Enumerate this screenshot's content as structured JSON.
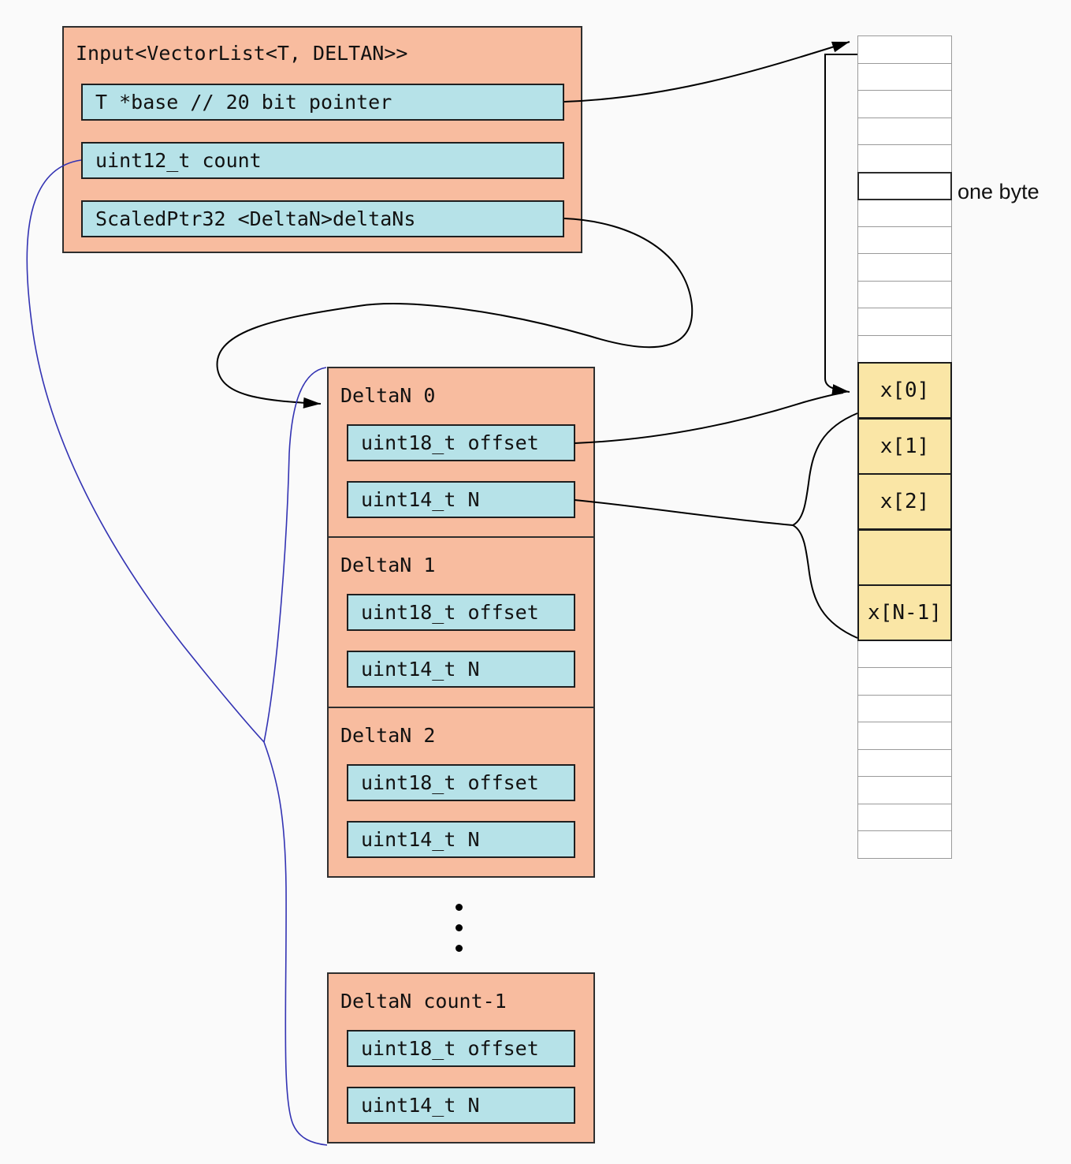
{
  "colors": {
    "background": "#fafafa",
    "salmon": "#f8bc9f",
    "cyan": "#b6e2e8",
    "yellow": "#fae6a6",
    "line_black": "#000000",
    "line_blue": "#3333b3"
  },
  "input_struct": {
    "title": "Input<VectorList<T, DELTAN>>",
    "fields": [
      "T *base // 20 bit pointer",
      "uint12_t count",
      "ScaledPtr32 <DeltaN>deltaNs"
    ]
  },
  "delta_array": {
    "sections": [
      {
        "title": "DeltaN 0",
        "fields": [
          "uint18_t offset",
          "uint14_t N"
        ]
      },
      {
        "title": "DeltaN 1",
        "fields": [
          "uint18_t offset",
          "uint14_t N"
        ]
      },
      {
        "title": "DeltaN 2",
        "fields": [
          "uint18_t offset",
          "uint14_t N"
        ]
      }
    ],
    "last": {
      "title": "DeltaN count-1",
      "fields": [
        "uint18_t offset",
        "uint14_t N"
      ]
    }
  },
  "byte_column": {
    "side_label": "one byte",
    "top_white_cells": 12,
    "one_byte_index": 5,
    "white_cell_height": 36,
    "element_cell_height": 72,
    "element_cells": [
      "x[0]",
      "x[1]",
      "x[2]",
      "",
      "x[N-1]"
    ],
    "bottom_white_cells": 8
  }
}
